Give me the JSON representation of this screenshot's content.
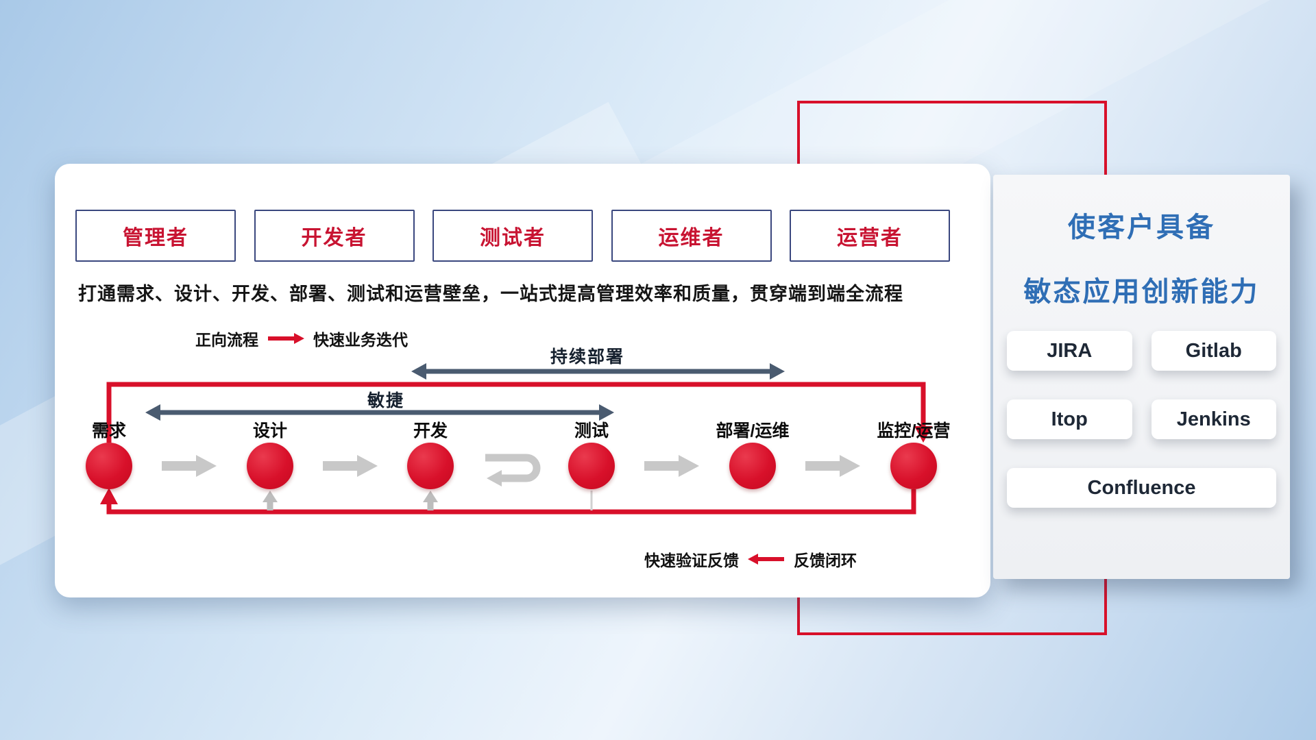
{
  "roles": [
    "管理者",
    "开发者",
    "测试者",
    "运维者",
    "运营者"
  ],
  "subtitle": "打通需求、设计、开发、部署、测试和运营壁垒，一站式提高管理效率和质量，贯穿端到端全流程",
  "legend_forward": {
    "label": "正向流程",
    "desc": "快速业务迭代"
  },
  "legend_feedback": {
    "label": "快速验证反馈",
    "desc": "反馈闭环"
  },
  "flow_labels": {
    "continuous_deployment": "持续部署",
    "agile": "敏捷"
  },
  "stages": [
    "需求",
    "设计",
    "开发",
    "测试",
    "部署/运维",
    "监控/运营"
  ],
  "panel": {
    "title_line1": "使客户具备",
    "title_line2": "敏态应用创新能力",
    "tools": [
      "JIRA",
      "Gitlab",
      "Itop",
      "Jenkins",
      "Confluence"
    ]
  },
  "colors": {
    "accent_red": "#d8102a",
    "title_blue": "#2f6eb5",
    "range_arrow_dark": "#4a5b70",
    "flow_arrow_gray": "#c8c8c8"
  }
}
